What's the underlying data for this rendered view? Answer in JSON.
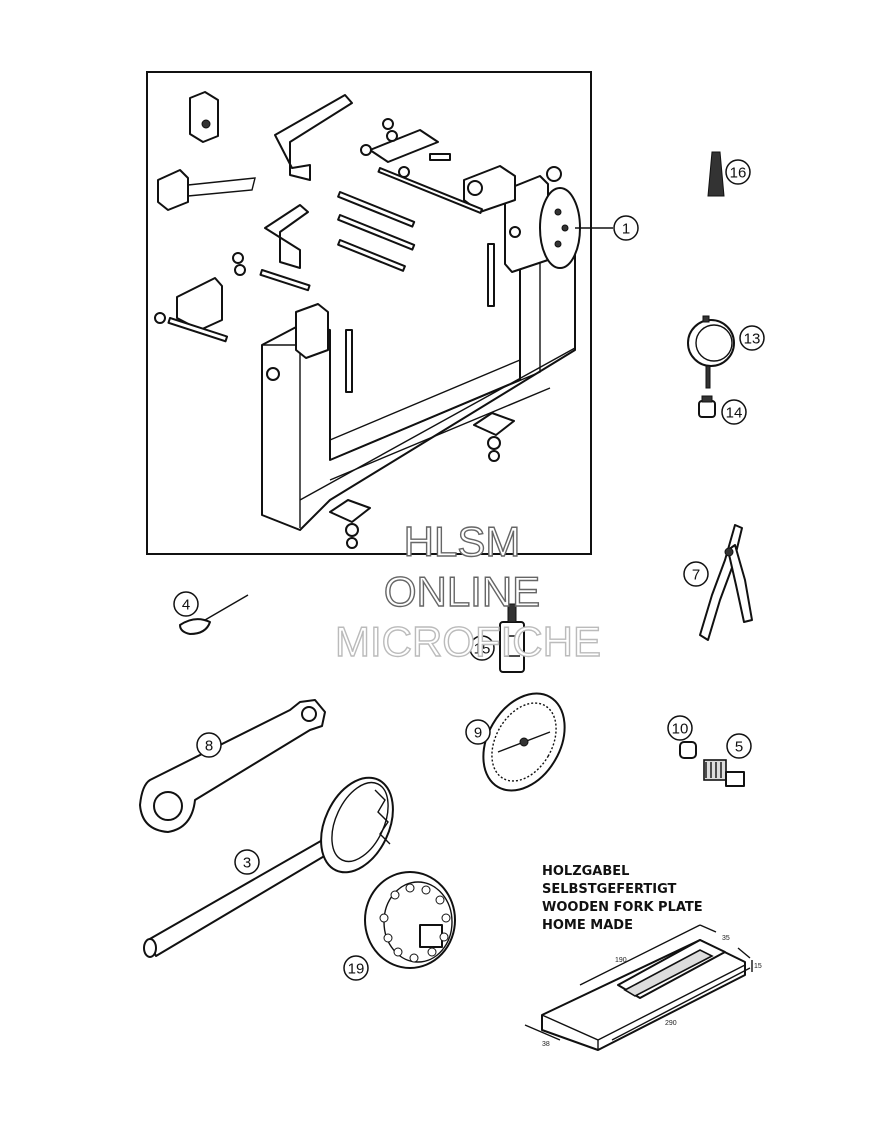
{
  "callouts": [
    {
      "id": "1",
      "label": "1"
    },
    {
      "id": "3",
      "label": "3"
    },
    {
      "id": "4",
      "label": "4"
    },
    {
      "id": "5",
      "label": "5"
    },
    {
      "id": "7",
      "label": "7"
    },
    {
      "id": "8",
      "label": "8"
    },
    {
      "id": "9",
      "label": "9"
    },
    {
      "id": "10",
      "label": "10"
    },
    {
      "id": "13",
      "label": "13"
    },
    {
      "id": "14",
      "label": "14"
    },
    {
      "id": "15",
      "label": "15"
    },
    {
      "id": "16",
      "label": "16"
    },
    {
      "id": "19",
      "label": "19"
    }
  ],
  "note": {
    "lines": [
      "HOLZGABEL",
      "SELBSTGEFERTIGT",
      "WOODEN FORK PLATE",
      "HOME MADE"
    ]
  },
  "dimensions": [
    "190",
    "35",
    "15",
    "290",
    "38"
  ],
  "watermark": {
    "lines": [
      "HLSM",
      "ONLINE",
      "MICROFICHE"
    ]
  }
}
